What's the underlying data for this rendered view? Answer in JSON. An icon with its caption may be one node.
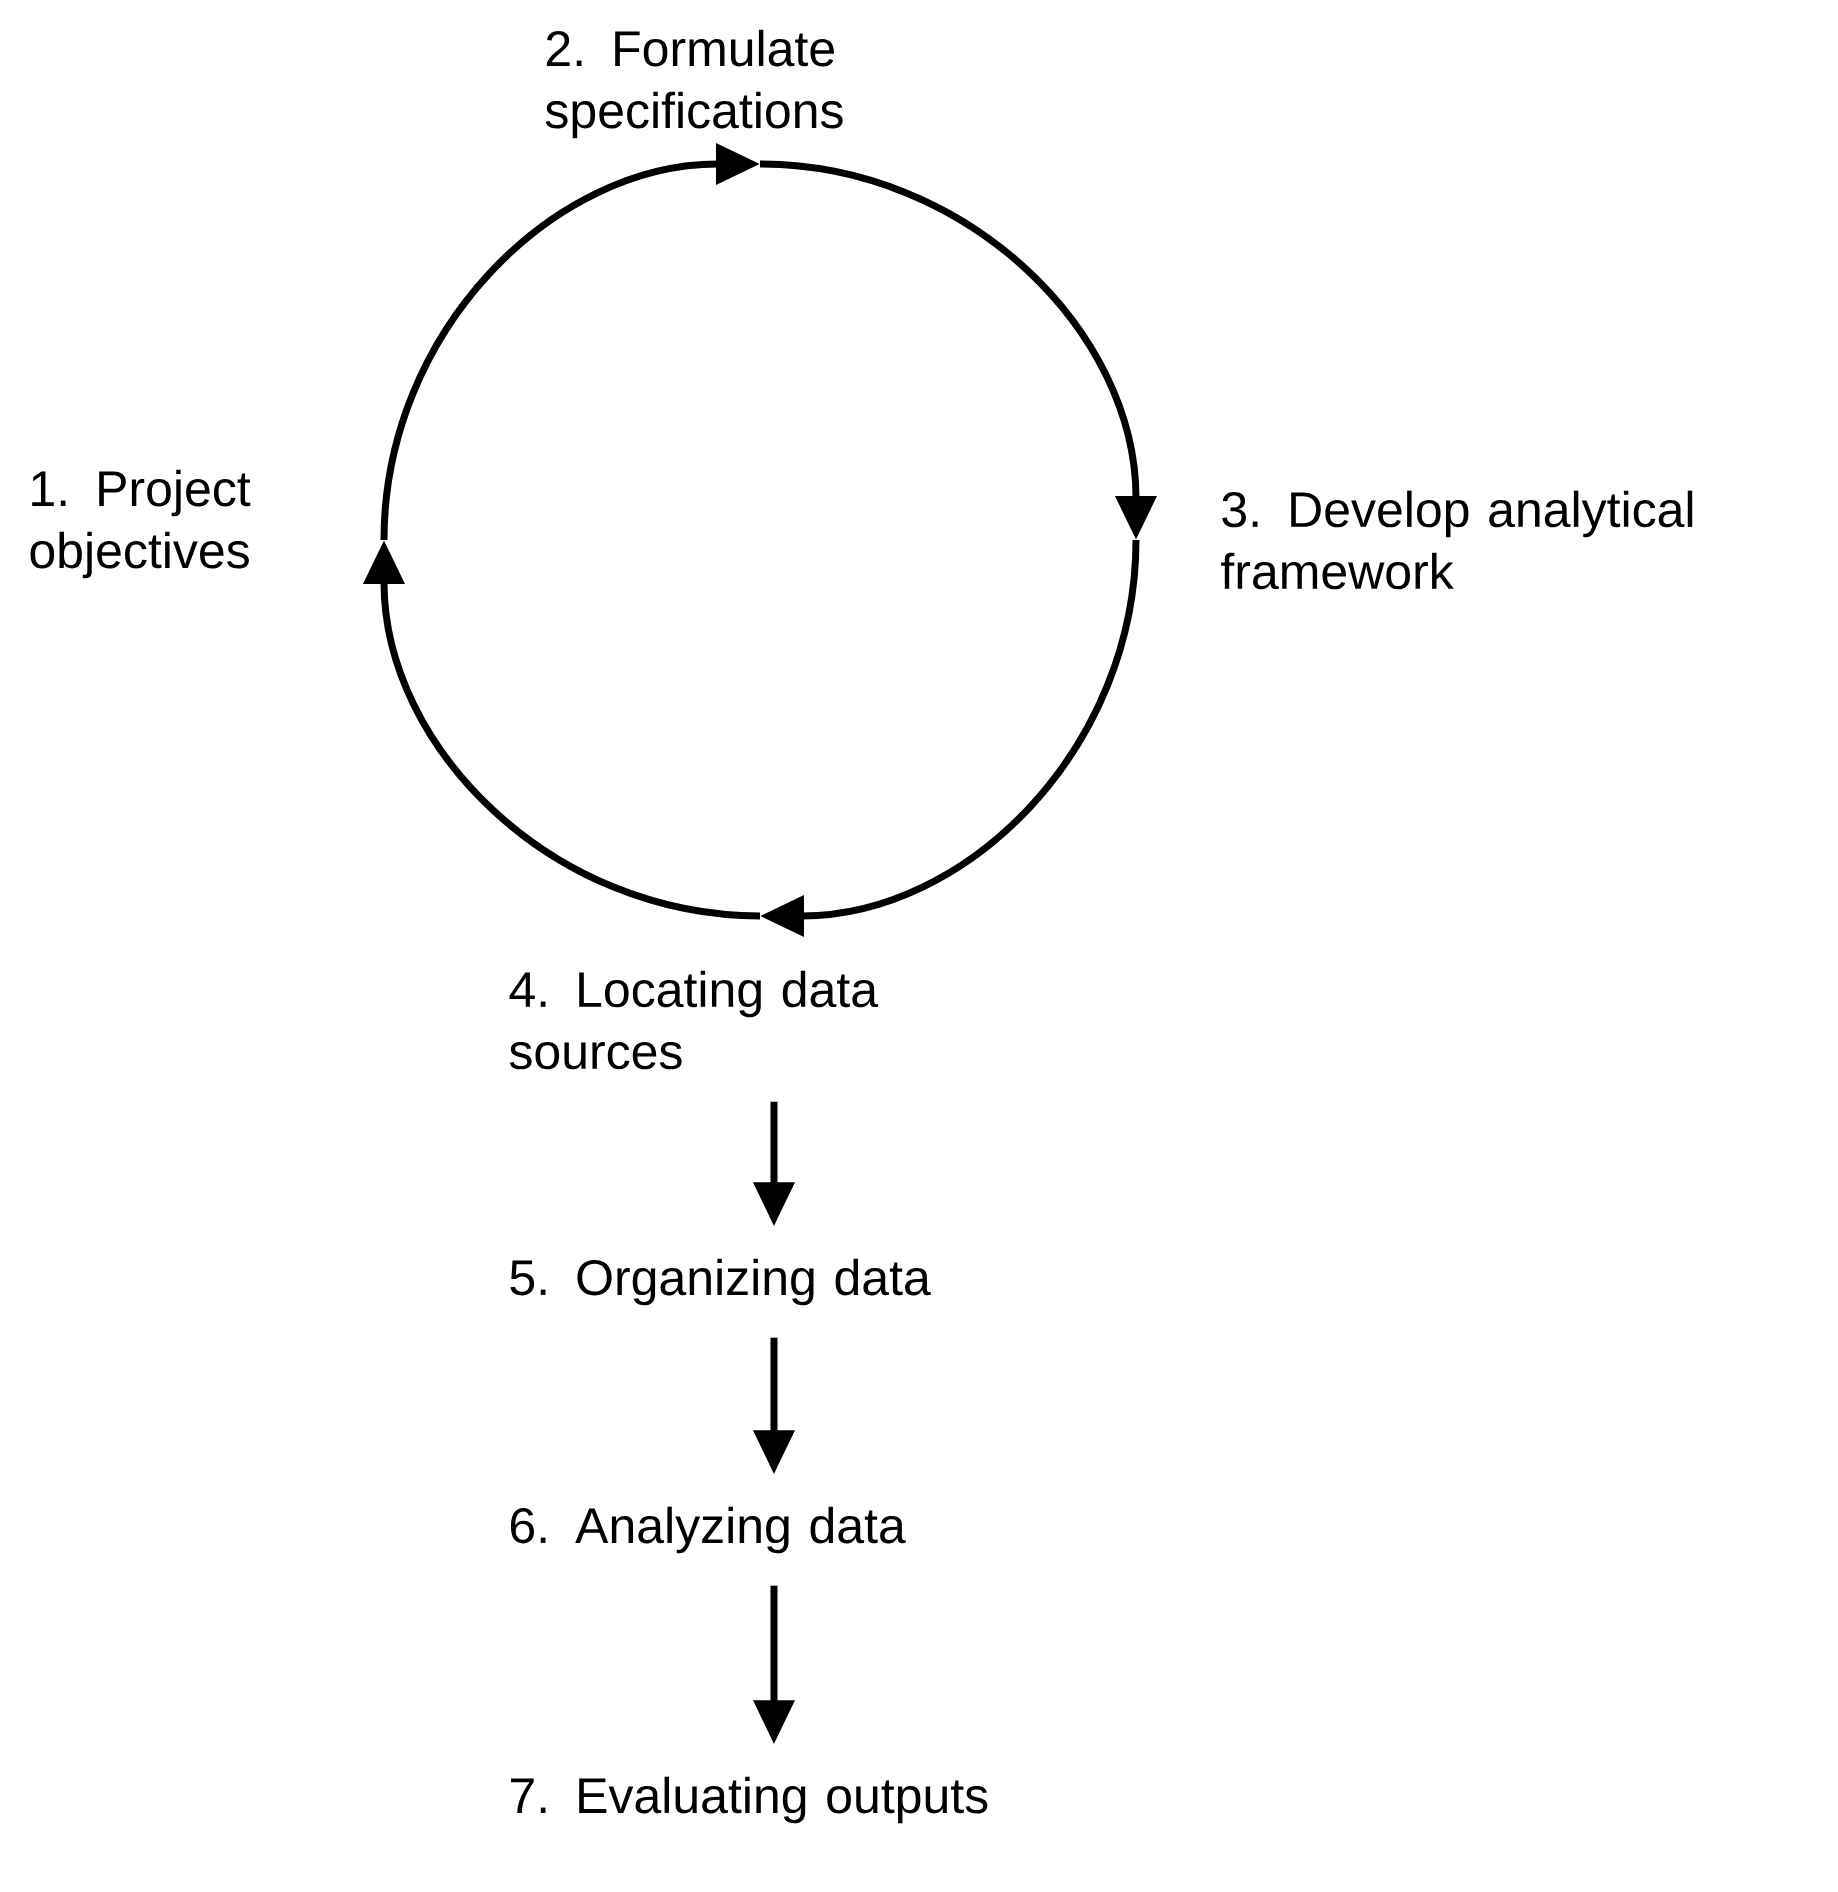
{
  "diagram": {
    "nodes": [
      {
        "text": [
          "1. Project objectives"
        ]
      },
      {
        "text": [
          "2. Formulate specifications"
        ]
      },
      {
        "text": [
          "3. Develop analytical framework"
        ]
      },
      {
        "text": [
          "4. Locating data sources"
        ]
      },
      {
        "text": [
          "5. Organizing data"
        ]
      },
      {
        "text": [
          "6. Analyzing data"
        ]
      },
      {
        "text": [
          "7. Evaluating outputs"
        ]
      }
    ],
    "edges": [
      {
        "from": 0,
        "to": 1,
        "arrow": "to"
      },
      {
        "from": 1,
        "to": 2,
        "arrow": "to"
      },
      {
        "from": 2,
        "to": 3,
        "arrow": "to"
      },
      {
        "from": 3,
        "to": 0,
        "arrow": "to"
      },
      {
        "from": 3,
        "to": 4,
        "arrow": "to"
      },
      {
        "from": 4,
        "to": 5,
        "arrow": "to"
      },
      {
        "from": 5,
        "to": 6,
        "arrow": "to"
      }
    ]
  }
}
